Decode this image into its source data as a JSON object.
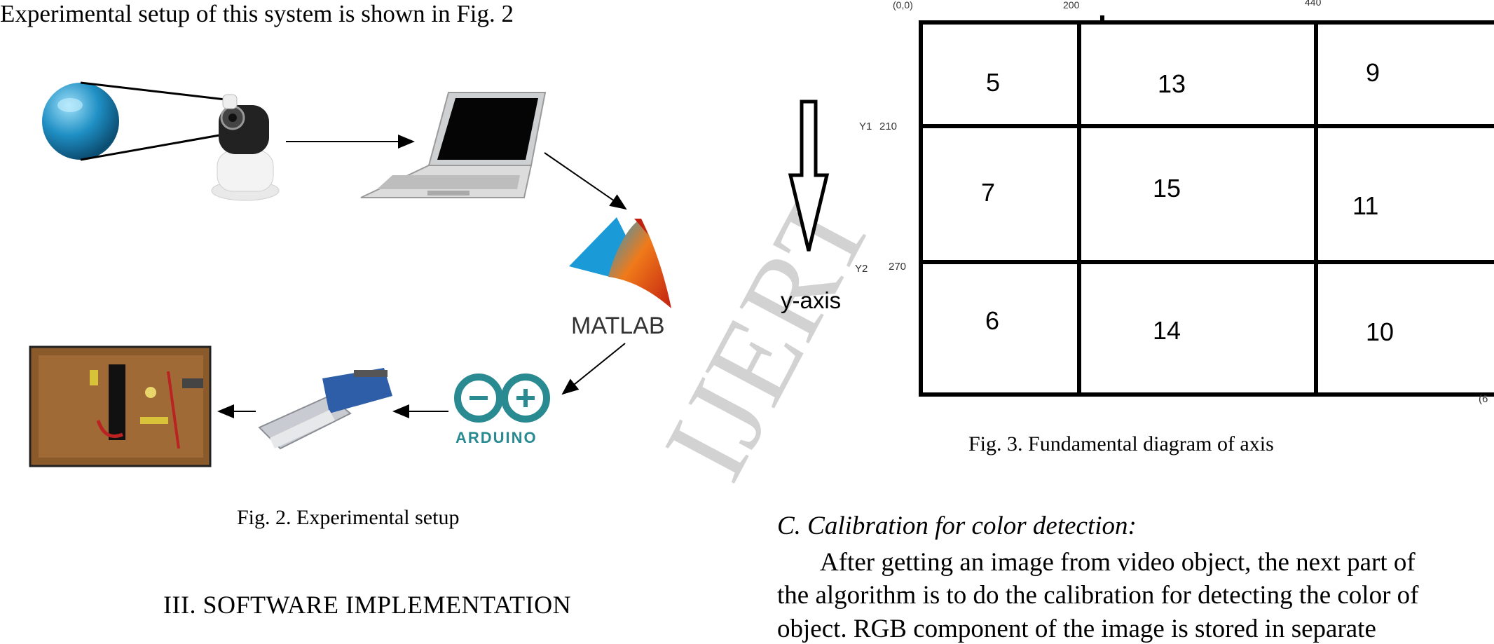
{
  "text": {
    "intro_line": "Experimental setup of this system is shown in Fig. 2",
    "fig2_caption": "Fig. 2. Experimental setup",
    "section_heading": "III. SOFTWARE IMPLEMENTATION",
    "fig3_caption": "Fig. 3. Fundamental diagram of axis",
    "subsection_title": "C. Calibration for color detection:",
    "paragraph_line1": "After getting an image from video object, the next part of",
    "paragraph_line2": "the algorithm is to do the calibration for detecting the color of",
    "paragraph_line3": "object. RGB component of the image is stored in separate",
    "watermark": "IJERT"
  },
  "fig2": {
    "matlab_label": "MATLAB",
    "arduino_label": "ARDUINO"
  },
  "fig3": {
    "origin_label": "(0,0)",
    "x_tick_1": "200",
    "x_tick_2": "440",
    "y1_label": "Y1",
    "y1_value": "210",
    "y2_label": "Y2",
    "y2_value": "270",
    "y_axis_label": "y-axis",
    "corner_label": "(6",
    "grid_rows": [
      [
        "5",
        "13",
        "9"
      ],
      [
        "7",
        "15",
        "11"
      ],
      [
        "6",
        "14",
        "10"
      ]
    ]
  },
  "colors": {
    "arduino_teal": "#2a8a91",
    "ball_blue": "#1f8fc4",
    "board_brown": "#8a5a2b"
  }
}
